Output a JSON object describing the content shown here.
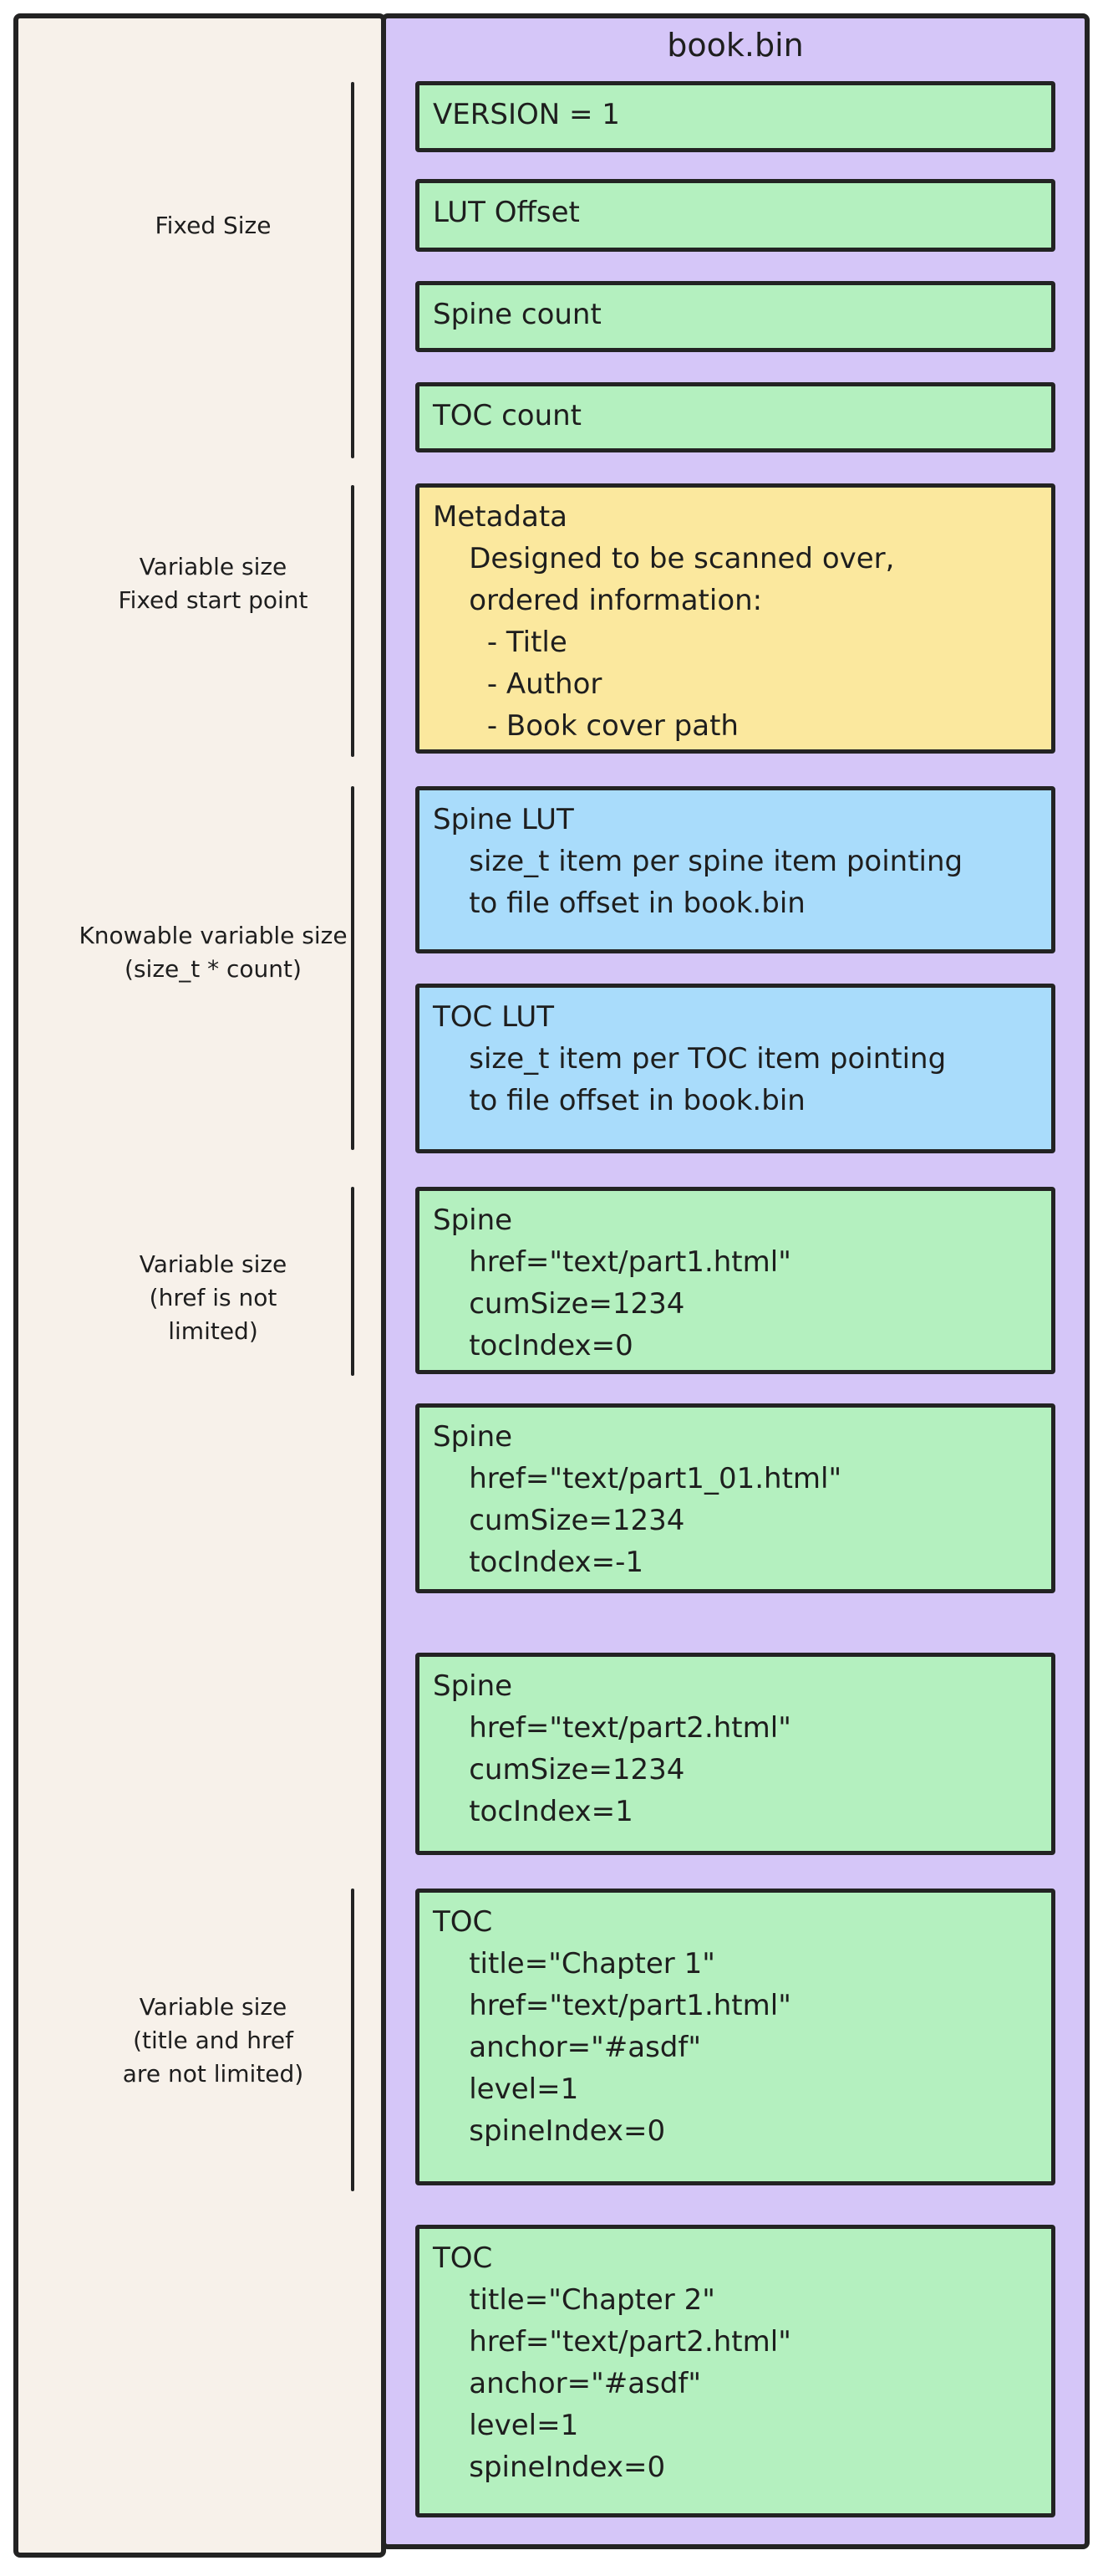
{
  "diagram": {
    "title": "book.bin"
  },
  "colors": {
    "background": "#ffffff",
    "annotation_panel_bg": "#f7f1ea",
    "container_bg": "#d5c6f8",
    "field_green": "#b4f0bf",
    "field_yellow": "#fbe89e",
    "field_blue": "#a9dcfb",
    "stroke": "#232323"
  },
  "annotations": [
    {
      "lines": [
        "Fixed Size"
      ]
    },
    {
      "lines": [
        "Variable size",
        "Fixed start point"
      ]
    },
    {
      "lines": [
        "Knowable variable size",
        "(size_t * count)"
      ]
    },
    {
      "lines": [
        "Variable size",
        "(href is not",
        "limited)"
      ]
    },
    {
      "lines": [
        "Variable size",
        "(title and href",
        "are not limited)"
      ]
    }
  ],
  "boxes": [
    {
      "name": "version",
      "lines": [
        "VERSION = 1"
      ]
    },
    {
      "name": "lut-offset",
      "lines": [
        "LUT Offset"
      ]
    },
    {
      "name": "spine-count",
      "lines": [
        "Spine count"
      ]
    },
    {
      "name": "toc-count",
      "lines": [
        "TOC count"
      ]
    },
    {
      "name": "metadata",
      "lines": [
        "Metadata",
        "    Designed to be scanned over,",
        "    ordered information:",
        "      - Title",
        "      - Author",
        "      - Book cover path"
      ]
    },
    {
      "name": "spine-lut",
      "lines": [
        "Spine LUT",
        "    size_t item per spine item pointing",
        "    to file offset in book.bin"
      ]
    },
    {
      "name": "toc-lut",
      "lines": [
        "TOC LUT",
        "    size_t item per TOC item pointing",
        "    to file offset in book.bin"
      ]
    },
    {
      "name": "spine-entry-1",
      "lines": [
        "Spine",
        "    href=\"text/part1.html\"",
        "    cumSize=1234",
        "    tocIndex=0"
      ]
    },
    {
      "name": "spine-entry-2",
      "lines": [
        "Spine",
        "    href=\"text/part1_01.html\"",
        "    cumSize=1234",
        "    tocIndex=-1"
      ]
    },
    {
      "name": "spine-entry-3",
      "lines": [
        "Spine",
        "    href=\"text/part2.html\"",
        "    cumSize=1234",
        "    tocIndex=1"
      ]
    },
    {
      "name": "toc-entry-1",
      "lines": [
        "TOC",
        "    title=\"Chapter 1\"",
        "    href=\"text/part1.html\"",
        "    anchor=\"#asdf\"",
        "    level=1",
        "    spineIndex=0"
      ]
    },
    {
      "name": "toc-entry-2",
      "lines": [
        "TOC",
        "    title=\"Chapter 2\"",
        "    href=\"text/part2.html\"",
        "    anchor=\"#asdf\"",
        "    level=1",
        "    spineIndex=0"
      ]
    }
  ]
}
